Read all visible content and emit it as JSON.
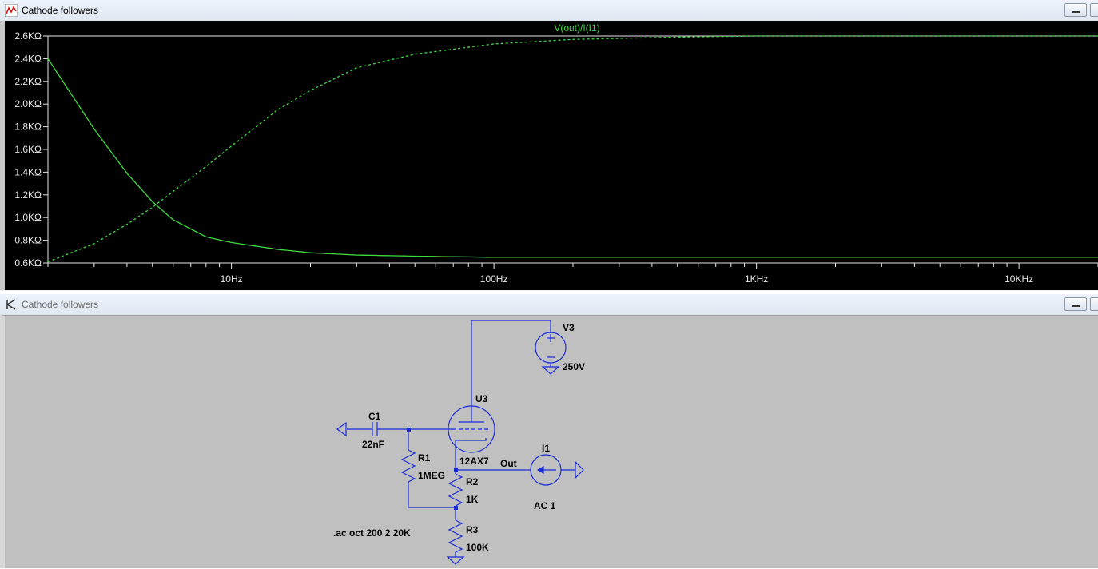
{
  "plot_window": {
    "title": "Cathode followers",
    "trace_label": "V(out)/I(I1)"
  },
  "schematic_window": {
    "title": "Cathode followers"
  },
  "colors": {
    "trace": "#3fdc3f",
    "plot_bg": "#000000",
    "wire": "#1a2bd6",
    "schematic_bg": "#c0c0c0"
  },
  "chart_data": {
    "type": "line",
    "xscale": "log",
    "xlim": [
      2,
      20000
    ],
    "ylim": [
      0.6,
      2.6
    ],
    "x_ticks": [
      "10Hz",
      "100Hz",
      "1KHz",
      "10KHz"
    ],
    "y_ticks": [
      "2.6KΩ",
      "2.4KΩ",
      "2.2KΩ",
      "2.0KΩ",
      "1.8KΩ",
      "1.6KΩ",
      "1.4KΩ",
      "1.2KΩ",
      "1.0KΩ",
      "0.8KΩ",
      "0.6KΩ"
    ],
    "series": [
      {
        "name": "V(out)/I(I1)",
        "style": "solid",
        "x": [
          2,
          3,
          4,
          5,
          6,
          8,
          10,
          15,
          20,
          30,
          50,
          100,
          1000,
          20000
        ],
        "y": [
          2.4,
          1.78,
          1.39,
          1.14,
          0.98,
          0.83,
          0.78,
          0.72,
          0.69,
          0.67,
          0.66,
          0.65,
          0.65,
          0.65
        ]
      },
      {
        "name": "V(out)/I(I1)",
        "style": "dotted",
        "x": [
          2,
          3,
          4,
          5,
          6,
          8,
          10,
          15,
          20,
          30,
          50,
          100,
          200,
          500,
          1000,
          20000
        ],
        "y": [
          0.61,
          0.77,
          0.94,
          1.09,
          1.23,
          1.45,
          1.63,
          1.95,
          2.12,
          2.32,
          2.44,
          2.53,
          2.57,
          2.59,
          2.6,
          2.6
        ]
      }
    ]
  },
  "schematic": {
    "labels": {
      "v3_name": "V3",
      "v3_value": "250V",
      "u3_name": "U3",
      "u3_model": "12AX7",
      "c1_name": "C1",
      "c1_value": "22nF",
      "r1_name": "R1",
      "r1_value": "1MEG",
      "r2_name": "R2",
      "r2_value": "1K",
      "r3_name": "R3",
      "r3_value": "100K",
      "i1_name": "I1",
      "i1_value": "AC 1",
      "net_out": "Out",
      "directive": ".ac oct 200 2 20K"
    }
  }
}
